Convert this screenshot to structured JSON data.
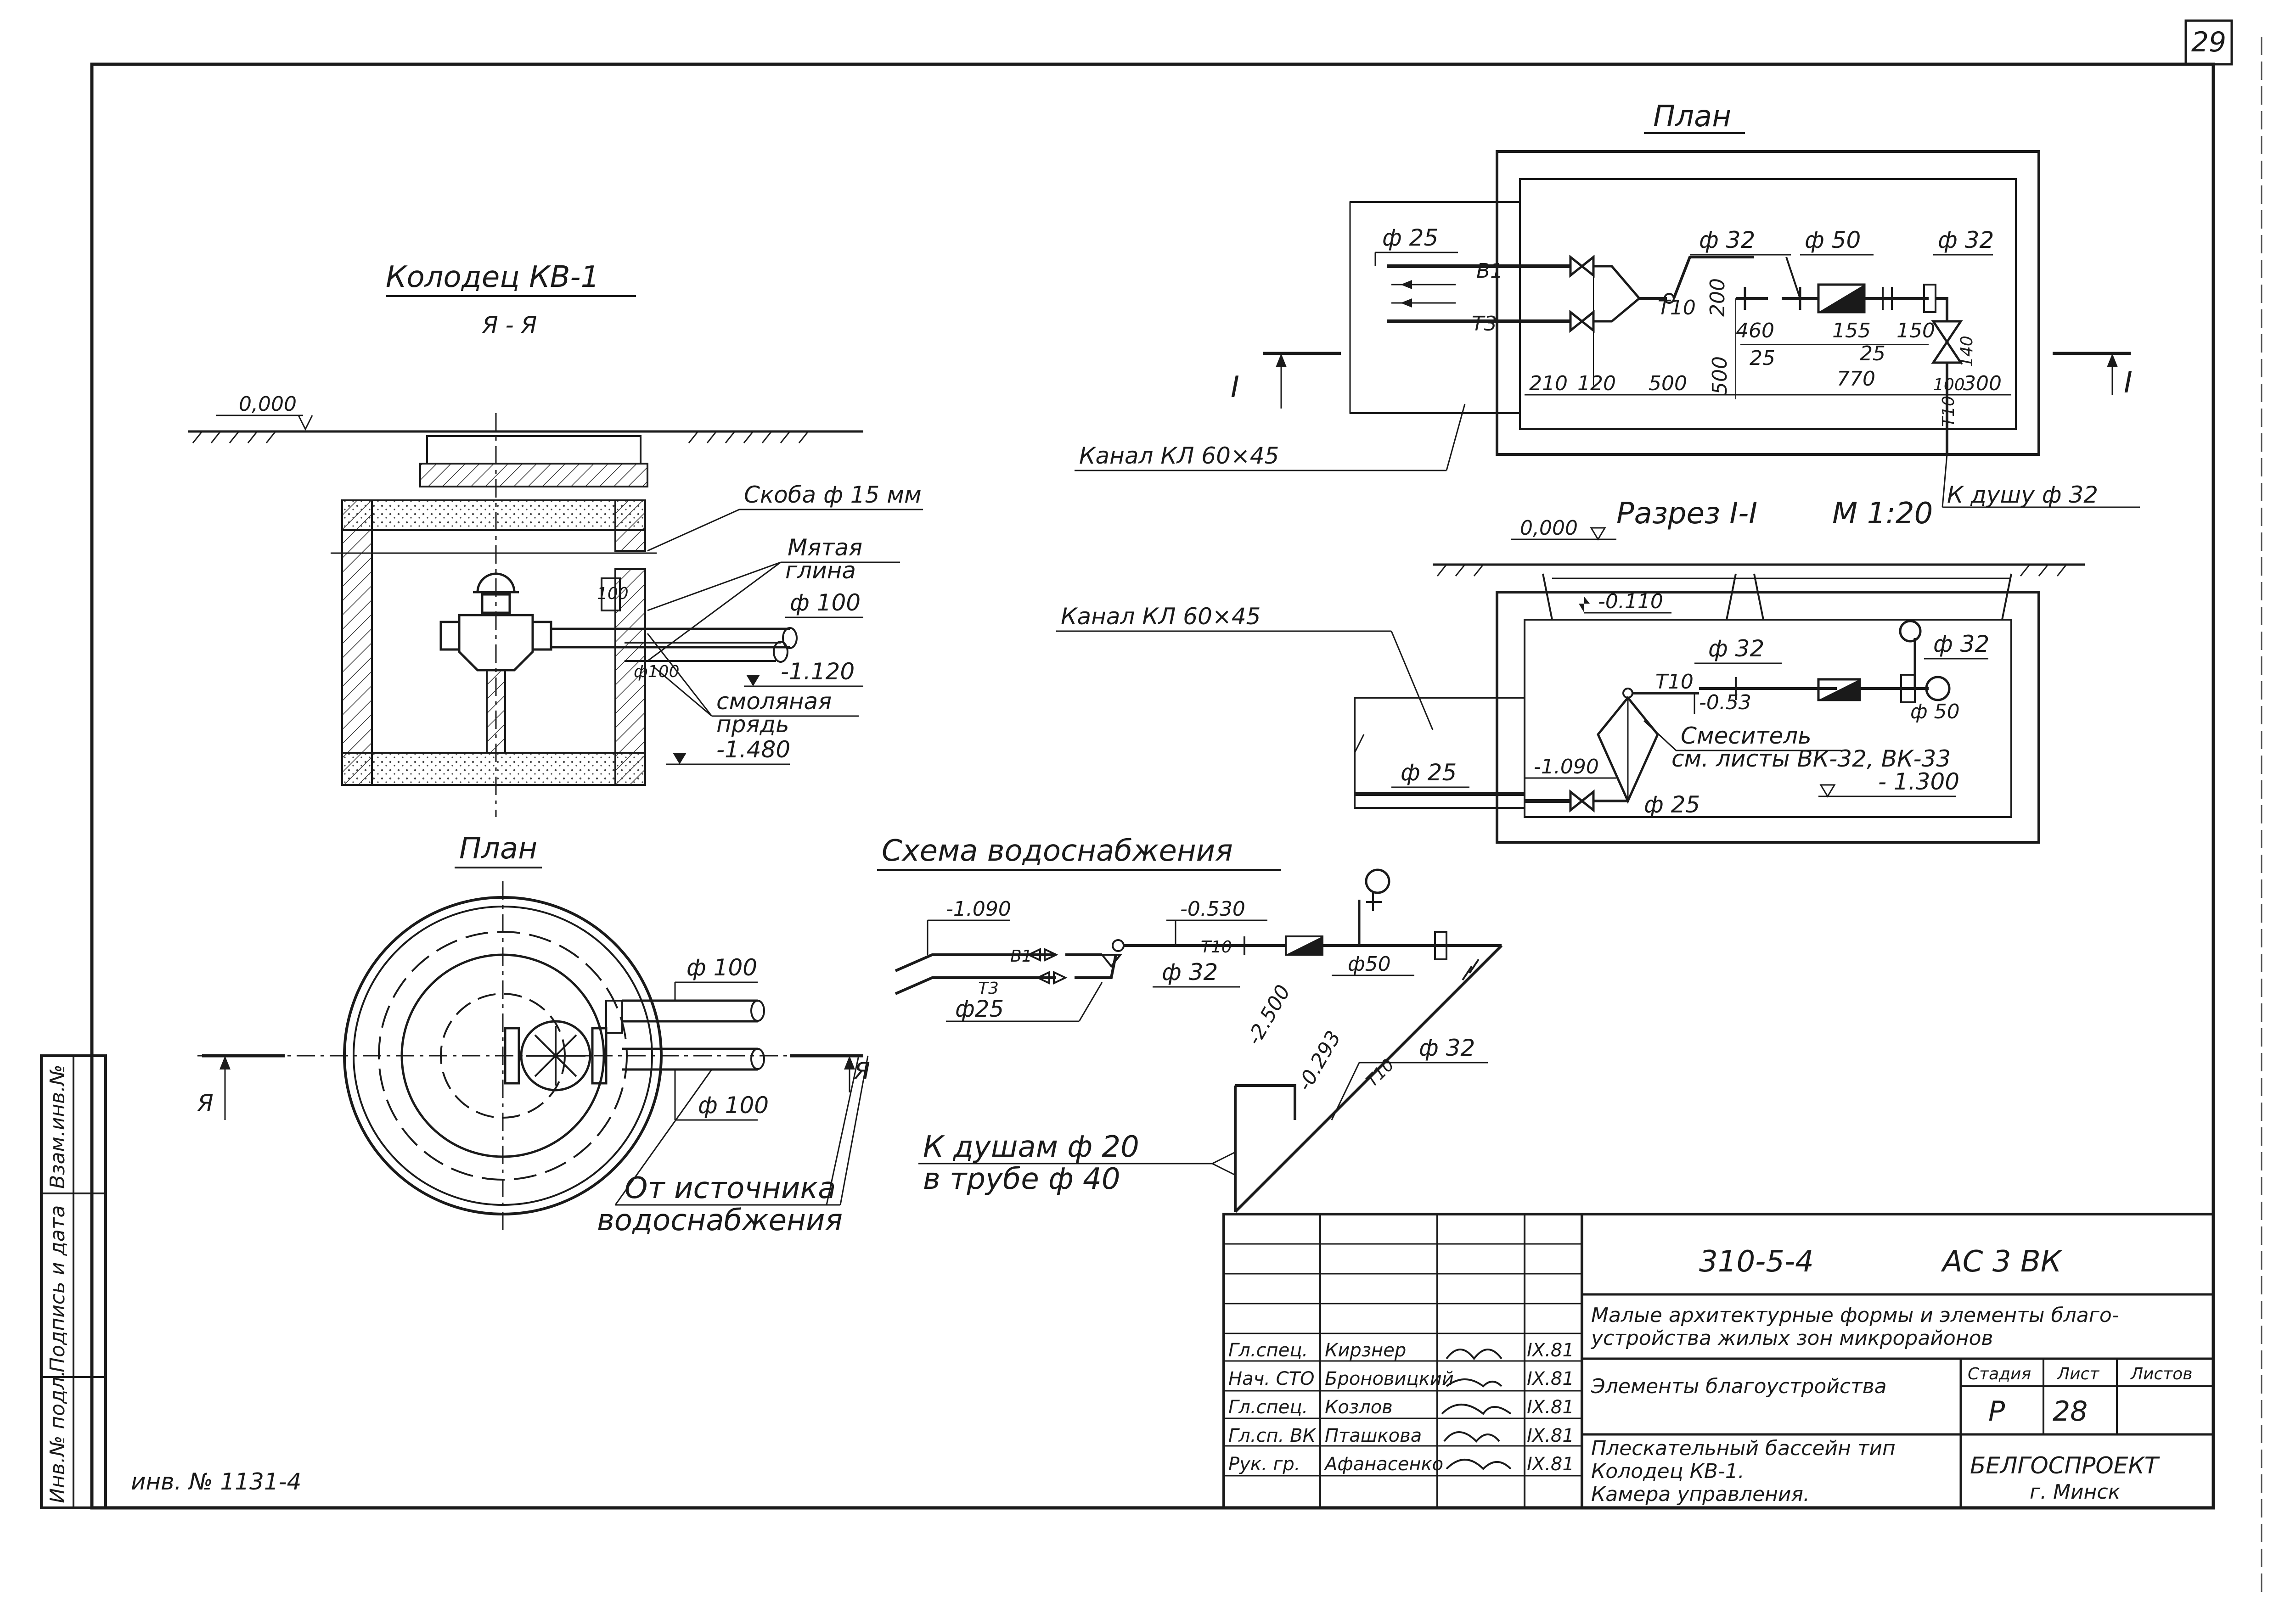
{
  "sheet_number": "29",
  "well": {
    "title": "Колодец КВ-1",
    "section": "Я - Я",
    "level_zero": "0,000",
    "bracket": "Скоба ф 15 мм",
    "clay": "Мятая",
    "clay2": "глина",
    "pipe_d100": "ф 100",
    "pipe_d100_small": "ф100",
    "level_1120": "-1.120",
    "tarred": "смоляная",
    "tarred2": "прядь",
    "level_1480": "-1.480",
    "dim_100": "100",
    "plan_title": "План",
    "plan_d100_top": "ф 100",
    "plan_d100_bottom": "ф 100",
    "section_mark": "Я",
    "source": "От источника",
    "source2": "водоснабжения"
  },
  "chamber_plan": {
    "title": "План",
    "d25": "ф 25",
    "b1": "В1",
    "t3": "Т3",
    "d32_left": "ф 32",
    "t10": "Т10",
    "d50": "ф 50",
    "d32_right": "ф 32",
    "dim_200": "200",
    "dim_460": "460",
    "dim_155": "155",
    "dim_150": "150",
    "dim_25a": "25",
    "dim_25b": "25",
    "dim_140": "140",
    "dim_500v": "500",
    "dim_210": "210",
    "dim_120": "120",
    "dim_500": "500",
    "dim_770": "770",
    "dim_100": "100",
    "dim_300": "300",
    "section_mark": "I",
    "t10_out": "Т10",
    "channel": "Канал КЛ 60×45",
    "to_shower": "К душу ф 32"
  },
  "section": {
    "title": "Разрез I-I",
    "scale": "М 1:20",
    "level_zero": "0,000",
    "level_0110": "-0.110",
    "channel": "Канал КЛ 60×45",
    "d32_left": "ф 32",
    "d32_right": "ф 32",
    "t10": "Т10",
    "level_053": "-0.53",
    "d50": "ф 50",
    "mixer": "Смеситель",
    "mixer_ref": "см. листы ВК-32, ВК-33",
    "level_1090": "-1.090",
    "d25_left": "ф 25",
    "d25_right": "ф 25",
    "level_1300": "- 1.300"
  },
  "scheme": {
    "title": "Схема водоснабжения",
    "level_1090": "-1.090",
    "level_0530": "-0.530",
    "b1": "В1",
    "t3": "Т3",
    "d25": "ф25",
    "t10": "Т10",
    "d32": "ф 32",
    "d50": "ф50",
    "level_2500": "-2.500",
    "level_0293": "-0.293",
    "t10_b": "Т10",
    "d32_b": "ф 32",
    "to_showers": "К душам ф 20",
    "in_pipe": "в трубе ф 40"
  },
  "side_stamp": {
    "inv_repl": "Взам.инв.№",
    "sign_date": "Подпись и дата",
    "inv_orig": "Инв.№ подл."
  },
  "inventory": "инв. № 1131-4",
  "title_block": {
    "code": "310-5-4",
    "sheet_code": "АС 3 ВК",
    "project": "Малые архитектурные формы и элементы благо-",
    "project2": "устройства жилых зон микрорайонов",
    "part": "Элементы благоустройства",
    "sheet_name": "Плескательный бассейн тип",
    "sheet_name2": "Колодец КВ-1.",
    "sheet_name3": "Камера управления.",
    "stage_h": "Стадия",
    "sheet_h": "Лист",
    "sheets_h": "Листов",
    "stage": "Р",
    "sheet": "28",
    "org": "БЕЛГОСПРОЕКТ",
    "city": "г. Минск",
    "people": [
      {
        "role": "Гл.спец.",
        "name": "Кирзнер",
        "date": "IX.81"
      },
      {
        "role": "Нач. СТО",
        "name": "Броновицкий",
        "date": "IX.81"
      },
      {
        "role": "Гл.спец.",
        "name": "Козлов",
        "date": "IX.81"
      },
      {
        "role": "Гл.сп. ВК",
        "name": "Пташкова",
        "date": "IX.81"
      },
      {
        "role": "Рук. гр.",
        "name": "Афанасенко",
        "date": "IX.81"
      }
    ]
  }
}
